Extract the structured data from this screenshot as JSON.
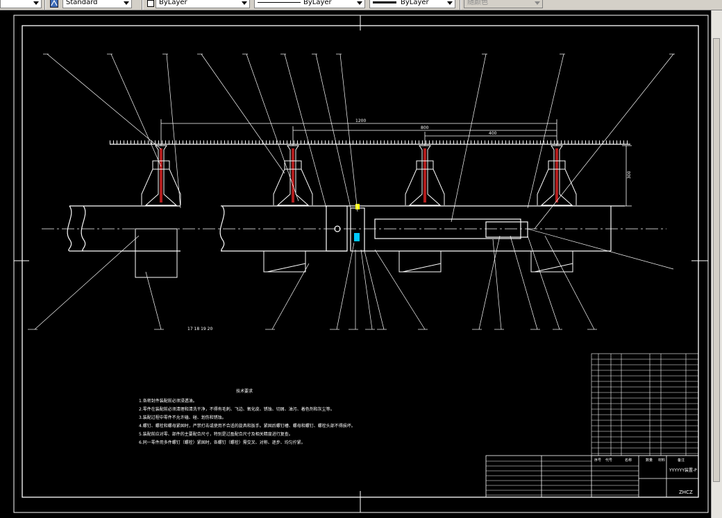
{
  "toolbar": {
    "textstyle": "Standard",
    "layer": "ByLayer",
    "linetype": "ByLayer",
    "lineweight": "ByLayer",
    "plotstyle": "随颜色"
  },
  "drawing": {
    "dimensions": {
      "overall": "1200",
      "middle": "800",
      "inner": "400",
      "height": "300"
    },
    "callout_group_label": "17 18 19 20",
    "tech_notes": {
      "title": "技术要求",
      "items": [
        "1.各密封件装配前必须浸透油。",
        "2.零件在装配前必须清理和清洗干净，不得有毛刺、飞边、氧化皮、锈蚀、切屑、油污、着色剂和灰尘等。",
        "3.装配过程中零件不允许磕、碰、划伤和锈蚀。",
        "4.螺钉、螺栓和螺母紧固时，严禁打击或使用不合适的旋具和扳手。紧固后螺钉槽、螺母和螺钉、螺栓头部不得损坏。",
        "5.装配前应对零、部件的主要配合尺寸，特别是过盈配合尺寸及相关精度进行复查。",
        "6.同一零件用多件螺钉（螺栓）紧固时，各螺钉（螺栓）需交叉、对称、逐步、均匀拧紧。"
      ]
    },
    "title_block": {
      "title": "YYYYYY装置-P",
      "code": "ZHCZ",
      "headers": [
        "序号",
        "代号",
        "名称",
        "数量",
        "材料",
        "备注"
      ]
    }
  }
}
